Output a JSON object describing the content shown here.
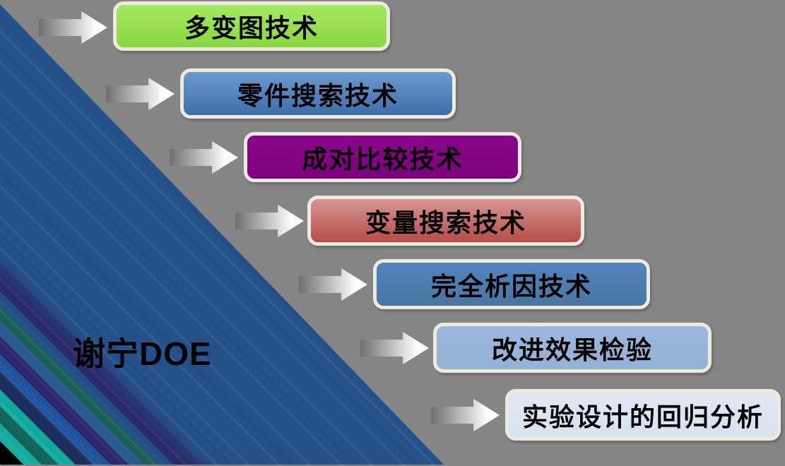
{
  "slide": {
    "title": "谢宁DOE",
    "colors": {
      "background": "#858585",
      "triangle_base": "#25518B",
      "box_border": "#EDEADF",
      "arrow_gradient_start": "#6F6F6F",
      "arrow_gradient_end": "#FDFDFD",
      "text": "#000000"
    },
    "corner_stripe_colors": [
      "#000000",
      "#14ACA2",
      "#17655A",
      "#12A9A0",
      "#1D2C5E",
      "#2157A0",
      "#2B2768",
      "#2D5C90",
      "#1B5F55",
      "#2C2A6A"
    ],
    "boxes": [
      {
        "label": "多变图技术",
        "fill_top": "#A6E864",
        "fill_bottom": "#88D73E"
      },
      {
        "label": "零件搜索技术",
        "fill_top": "#6C9ACF",
        "fill_bottom": "#3E6EA9"
      },
      {
        "label": "成对比较技术",
        "fill_top": "#8A068A",
        "fill_bottom": "#7D017D"
      },
      {
        "label": "变量搜索技术",
        "fill_top": "#D79693",
        "fill_bottom": "#B54C46"
      },
      {
        "label": "完全析因技术",
        "fill_top": "#5283BE",
        "fill_bottom": "#47779F"
      },
      {
        "label": "改进效果检验",
        "fill_top": "#9CB8DC",
        "fill_bottom": "#93B0D5"
      },
      {
        "label": "实验设计的回归分析",
        "fill_top": "#DFE8F4",
        "fill_bottom": "#D8E3F0"
      }
    ]
  }
}
